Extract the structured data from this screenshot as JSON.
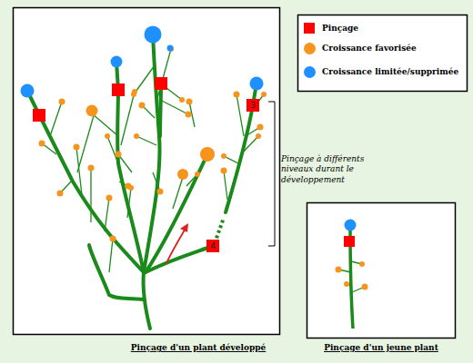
{
  "diagram": {
    "labels": [
      "3",
      "4",
      "Pinçage à différents niveaux durant le développement",
      "Pinçage d'un plant développé",
      "Pinçage d'un jeune plant"
    ],
    "legend": [
      {
        "text": "Pinçage",
        "color": "#ff0000"
      },
      {
        "text": "Croissance favorisée",
        "color": "#f7941d"
      },
      {
        "text": "Croissance limitée/supprimée",
        "color": "#1e90ff"
      }
    ]
  }
}
